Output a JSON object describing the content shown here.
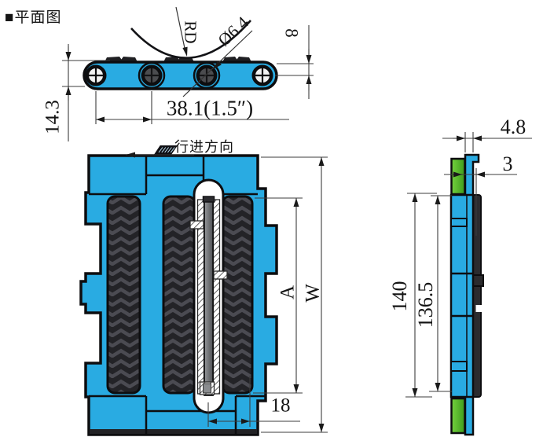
{
  "drawing": {
    "title": "■平面图",
    "direction_label": "行进方向",
    "top_view": {
      "radius_label": "RD",
      "pin_diameter": "Ø6.4",
      "top_to_pin_height": "8",
      "pitch": "38.1(1.5″)",
      "overall_height": "14.3"
    },
    "plan_view": {
      "tread_width_label": "A",
      "overall_width_label": "W",
      "slot_offset": "18"
    },
    "side_view": {
      "plate_thickness": "4.8",
      "rubber_thickness": "3",
      "overall_width": "140",
      "inner_width": "136.5"
    },
    "colors": {
      "body_blue": "#29ABE2",
      "rubber_green": "#58BC2A",
      "tread_dark": "#232327",
      "pin_gray": "#6E7072"
    }
  }
}
